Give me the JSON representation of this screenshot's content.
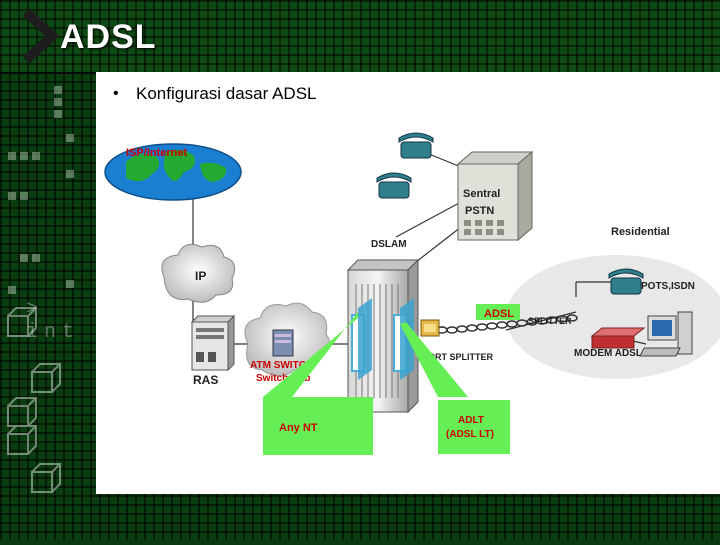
{
  "slide": {
    "title": "ADSL",
    "decoration_text": "> int",
    "bullet_symbol": "•",
    "bullet_text": "Konfigurasi dasar ADSL"
  },
  "diagram": {
    "isp_label": "ISP/Internet",
    "ip_label": "IP",
    "ras_label": "RAS",
    "atm_label_line1": "ATM SWITCH/",
    "atm_label_line2": "Switch Hub",
    "dslam_label": "DSLAM",
    "sentral_line1": "Sentral",
    "sentral_line2": "PSTN",
    "residential_label": "Residential",
    "adsl_box_label": "ADSL",
    "port_splitter_label": "PORT SPLITTER",
    "splitter_label": "SPLITTER",
    "pots_label": "POTS,ISDN",
    "modem_label": "MODEM ADSL",
    "any_nt_label": "Any NT",
    "adlt_line1": "ADLT",
    "adlt_line2": "(ADSL LT)"
  },
  "colors": {
    "background_green": "#0a3d10",
    "callout_green": "#66ee55",
    "label_red": "#cc0000",
    "phone_teal": "#2f7f8c",
    "globe_blue": "#1a7fd0",
    "globe_land": "#22aa33"
  }
}
